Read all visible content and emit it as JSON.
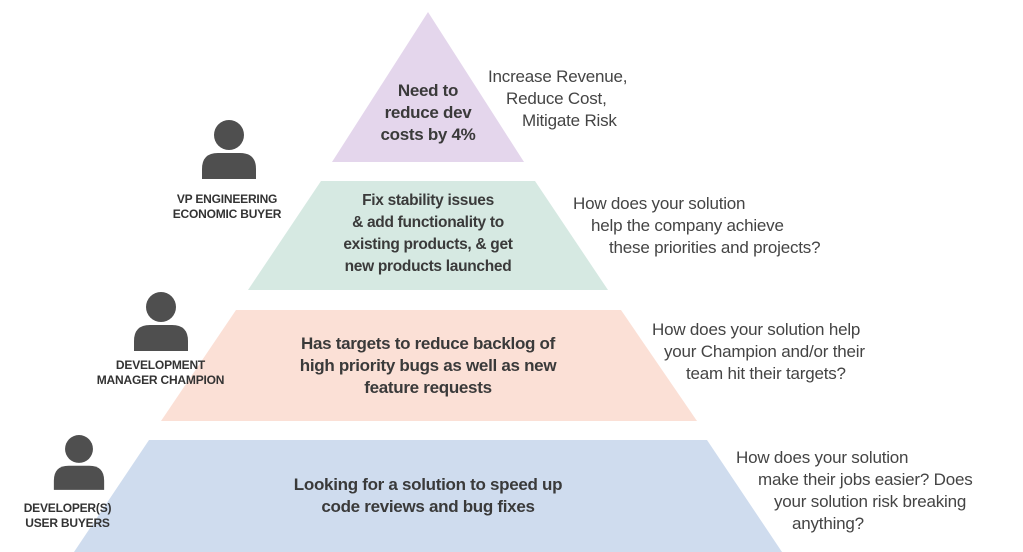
{
  "colors": {
    "tier_top": "#e4d6ec",
    "tier_upper": "#d6e9e2",
    "tier_middle": "#fbe0d6",
    "tier_bottom": "#cfdcee",
    "person": "#4f4f4f"
  },
  "tiers": [
    {
      "lines": [
        "Need to",
        "reduce dev",
        "costs by 4%"
      ],
      "side": [
        "Increase Revenue,",
        "Reduce Cost,",
        "Mitigate Risk"
      ]
    },
    {
      "lines": [
        "Fix stability issues",
        "& add functionality to",
        "existing products, & get",
        "new products launched"
      ],
      "side": [
        "How does your solution",
        "help the company achieve",
        "these priorities and projects?"
      ],
      "role": [
        "VP ENGINEERING",
        "ECONOMIC BUYER"
      ],
      "icon": "person-icon"
    },
    {
      "lines": [
        "Has targets to reduce backlog of",
        "high priority bugs as well as new",
        "feature requests"
      ],
      "side": [
        "How does your solution help",
        "your Champion and/or their",
        "team hit their targets?"
      ],
      "role": [
        "DEVELOPMENT",
        "MANAGER CHAMPION"
      ],
      "icon": "person-icon"
    },
    {
      "lines": [
        "Looking for a solution to speed up",
        "code reviews and bug fixes"
      ],
      "side": [
        "How does your solution",
        "make their jobs easier? Does",
        "your solution risk breaking",
        "anything?"
      ],
      "role": [
        "DEVELOPER(S)",
        "USER BUYERS"
      ],
      "icon": "person-icon"
    }
  ]
}
